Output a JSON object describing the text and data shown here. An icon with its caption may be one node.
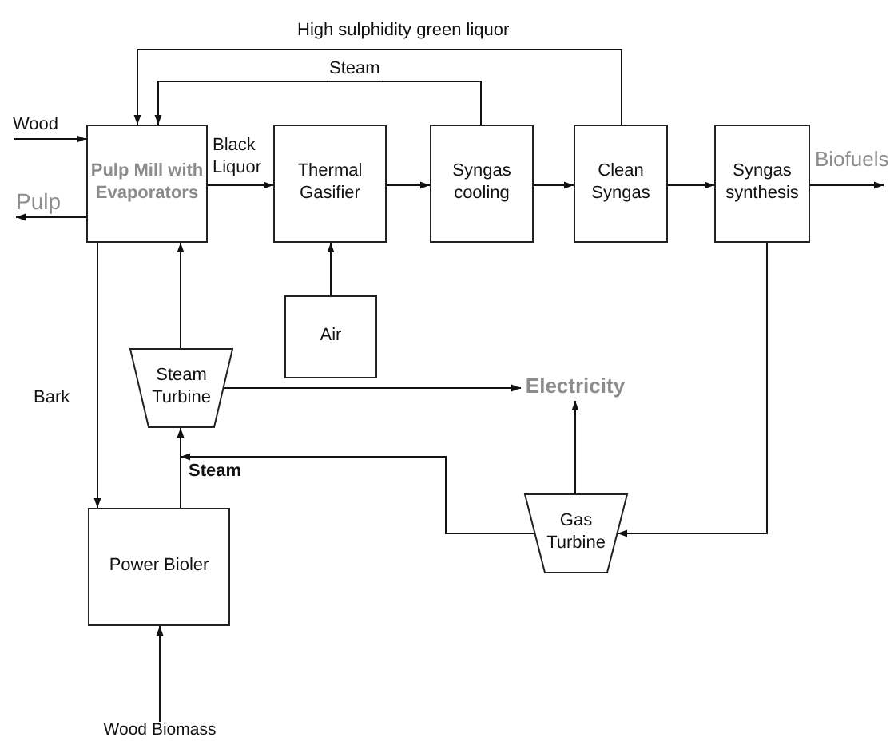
{
  "diagram": {
    "nodes": [
      {
        "text": [
          "Pulp Mill with Evaporators"
        ]
      },
      {
        "text": [
          "Thermal Gasifier"
        ]
      },
      {
        "text": [
          "Syngas cooling"
        ]
      },
      {
        "text": [
          "Clean Syngas"
        ]
      },
      {
        "text": [
          "Syngas synthesis"
        ]
      },
      {
        "text": [
          "Air"
        ]
      },
      {
        "text": [
          "Steam Turbine"
        ]
      },
      {
        "text": [
          "Power Bioler"
        ]
      },
      {
        "text": [
          "Gas Turbine"
        ]
      },
      {
        "text": [
          "Wood"
        ]
      },
      {
        "text": [
          "Pulp"
        ]
      },
      {
        "text": [
          "Biofuels"
        ]
      },
      {
        "text": [
          "Electricity"
        ]
      },
      {
        "text": [
          "Wood Biomass"
        ]
      }
    ],
    "edges": [
      {
        "from": 9,
        "to": 0,
        "arrow": "to"
      },
      {
        "from": 0,
        "to": 10,
        "arrow": "to"
      },
      {
        "from": 0,
        "to": 1,
        "arrow": "to",
        "label": "Black Liquor"
      },
      {
        "from": 1,
        "to": 2,
        "arrow": "to"
      },
      {
        "from": 2,
        "to": 3,
        "arrow": "to"
      },
      {
        "from": 3,
        "to": 4,
        "arrow": "to"
      },
      {
        "from": 4,
        "to": 11,
        "arrow": "to"
      },
      {
        "from": 5,
        "to": 1,
        "arrow": "to"
      },
      {
        "from": 2,
        "to": 0,
        "arrow": "to",
        "label": "Steam"
      },
      {
        "from": 3,
        "to": 0,
        "arrow": "to",
        "label": "High sulphidity green liquor"
      },
      {
        "from": 6,
        "to": 0,
        "arrow": "to"
      },
      {
        "from": 0,
        "to": 7,
        "arrow": "to",
        "label": "Bark"
      },
      {
        "from": 7,
        "to": 6,
        "arrow": "to"
      },
      {
        "from": 8,
        "to": 6,
        "arrow": "to",
        "label": "Steam"
      },
      {
        "from": 6,
        "to": 12,
        "arrow": "to"
      },
      {
        "from": 8,
        "to": 12,
        "arrow": "to"
      },
      {
        "from": 4,
        "to": 8,
        "arrow": "to"
      },
      {
        "from": 13,
        "to": 7,
        "arrow": "to"
      }
    ]
  }
}
